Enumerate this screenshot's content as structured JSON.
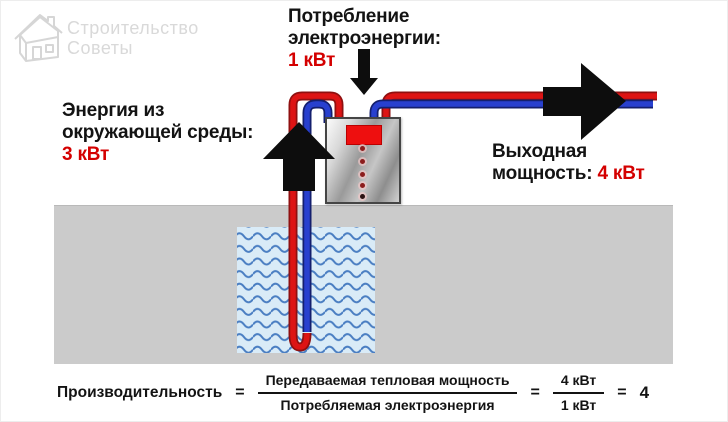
{
  "logo": {
    "icon": "house-icon",
    "line1": "Строительство",
    "line2": "Советы"
  },
  "labels": {
    "consumption": {
      "line1": "Потребление",
      "line2": "электроэнергии:",
      "value": "1 кВт"
    },
    "ambient": {
      "line1": "Энергия из",
      "line2": "окружающей среды:",
      "value": "3 кВт"
    },
    "output": {
      "line1": "Выходная",
      "line2_prefix": "мощность: ",
      "value": "4 кВт"
    }
  },
  "formula": {
    "lhs": "Производительность",
    "eq1": "=",
    "fraction_text": {
      "numerator": "Передаваемая тепловая мощность",
      "denominator": "Потребляемая электроэнергия"
    },
    "eq2": "=",
    "fraction_values": {
      "numerator": "4 кВт",
      "denominator": "1 кВт"
    },
    "eq3": "=",
    "result": "4"
  },
  "diagram_parts": {
    "heat_pump_unit": "heat-pump-unit",
    "ground": "ground",
    "groundwater": "groundwater-waves",
    "hot_pipe": "red-pipe",
    "cold_pipe": "blue-pipe",
    "arrow_down": "electricity-down-arrow",
    "arrow_up": "ambient-energy-up-arrow",
    "arrow_right": "output-right-arrow"
  },
  "colors": {
    "accent_red": "#d40000",
    "pipe_red": "#dd1414",
    "pipe_blue": "#2840cf",
    "arrow_black": "#0d0d0d",
    "ground_gray": "#cbcbcb",
    "water_blue": "#d9ebf7",
    "wave_blue": "#4a7ec2",
    "unit_screen_red": "#ee0f0f",
    "logo_gray": "#d9d9d9",
    "text_black": "#131313"
  }
}
